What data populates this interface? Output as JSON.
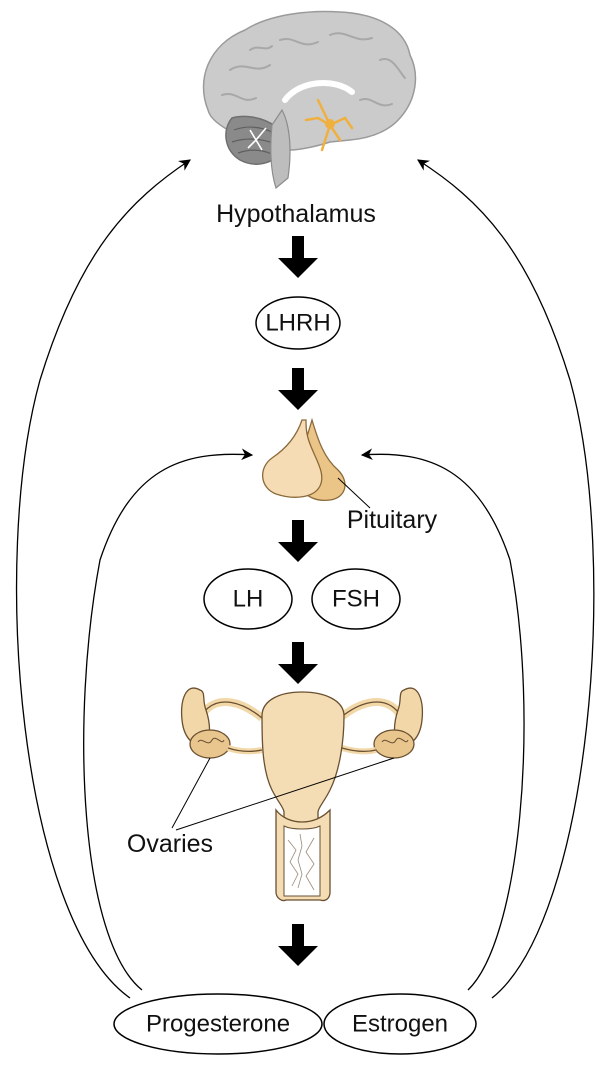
{
  "diagram": {
    "labels": {
      "hypothalamus": "Hypothalamus",
      "pituitary": "Pituitary",
      "ovaries": "Ovaries"
    },
    "hormones": {
      "lhrh": "LHRH",
      "lh": "LH",
      "fsh": "FSH",
      "progesterone": "Progesterone",
      "estrogen": "Estrogen"
    },
    "colors": {
      "brain_gray": "#c9c9c9",
      "cerebellum_gray": "#8a8a8a",
      "gland_tan": "#f4dcb4",
      "gland_tan_dark": "#e8c48e",
      "hypothalamus_orange": "#f0b040",
      "uterus_fill": "#f4dcb4"
    },
    "icons": [
      "brain-illustration",
      "pituitary-gland-illustration",
      "uterus-ovaries-illustration"
    ]
  }
}
